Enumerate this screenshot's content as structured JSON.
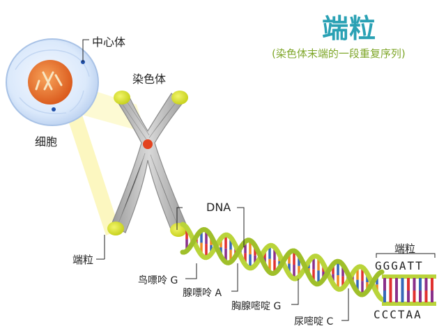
{
  "title": "端粒",
  "subtitle": "(染色体末端的一段重复序列)",
  "labels": {
    "centrosome": "中心体",
    "chromosome": "染色体",
    "cell": "细胞",
    "dna": "DNA",
    "telomere_left": "端粒",
    "telomere_right": "端粒"
  },
  "bases": {
    "guanine": "鸟嘌呤 G",
    "adenine": "腺嘌呤 A",
    "cytosine": "胸腺嘧啶 G",
    "uracil": "尿嘧啶 C"
  },
  "sequences": {
    "top": "GGGATT",
    "bottom": "CCCTAA"
  },
  "colors": {
    "title": "#2aa1b4",
    "subtitle": "#7fa72a",
    "cell": "#dbe9fb",
    "nucleus": "#e76a1f",
    "highlight": "#fbf6b5",
    "telomere": "#d6e02a",
    "helix": "#b9d43a",
    "base_red": "#e0312f",
    "base_blue": "#3667b8",
    "base_purple": "#8a2f8a",
    "base_orange": "#ef8a23"
  }
}
